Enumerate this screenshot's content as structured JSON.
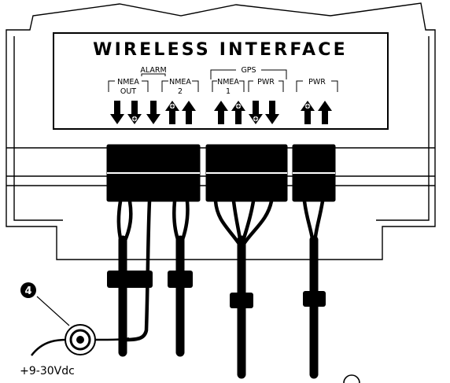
{
  "panel": {
    "title": "WIRELESS INTERFACE"
  },
  "groups": {
    "alarm": "ALARM",
    "nmea_out": [
      "NMEA",
      "OUT"
    ],
    "nmea_2": [
      "NMEA",
      "2"
    ],
    "gps": "GPS",
    "gps_nmea_1": [
      "NMEA",
      "1"
    ],
    "gps_pwr": "PWR",
    "pwr": "PWR"
  },
  "terminals": [
    {
      "group": "nmea-out",
      "direction": "down",
      "polarity": "minus"
    },
    {
      "group": "nmea-out",
      "direction": "down",
      "polarity": "plus"
    },
    {
      "group": "alarm",
      "direction": "down",
      "polarity": "minus"
    },
    {
      "group": "nmea-2",
      "direction": "up",
      "polarity": "plus"
    },
    {
      "group": "nmea-2",
      "direction": "up",
      "polarity": "minus"
    },
    {
      "group": "gps-nmea-1",
      "direction": "up",
      "polarity": "minus"
    },
    {
      "group": "gps-nmea-1",
      "direction": "up",
      "polarity": "plus"
    },
    {
      "group": "gps-pwr",
      "direction": "down",
      "polarity": "plus"
    },
    {
      "group": "gps-pwr",
      "direction": "down",
      "polarity": "minus"
    },
    {
      "group": "pwr",
      "direction": "up",
      "polarity": "plus"
    },
    {
      "group": "pwr",
      "direction": "up",
      "polarity": "minus"
    }
  ],
  "power_input": {
    "callout": "4",
    "label": "+9-30Vdc"
  }
}
